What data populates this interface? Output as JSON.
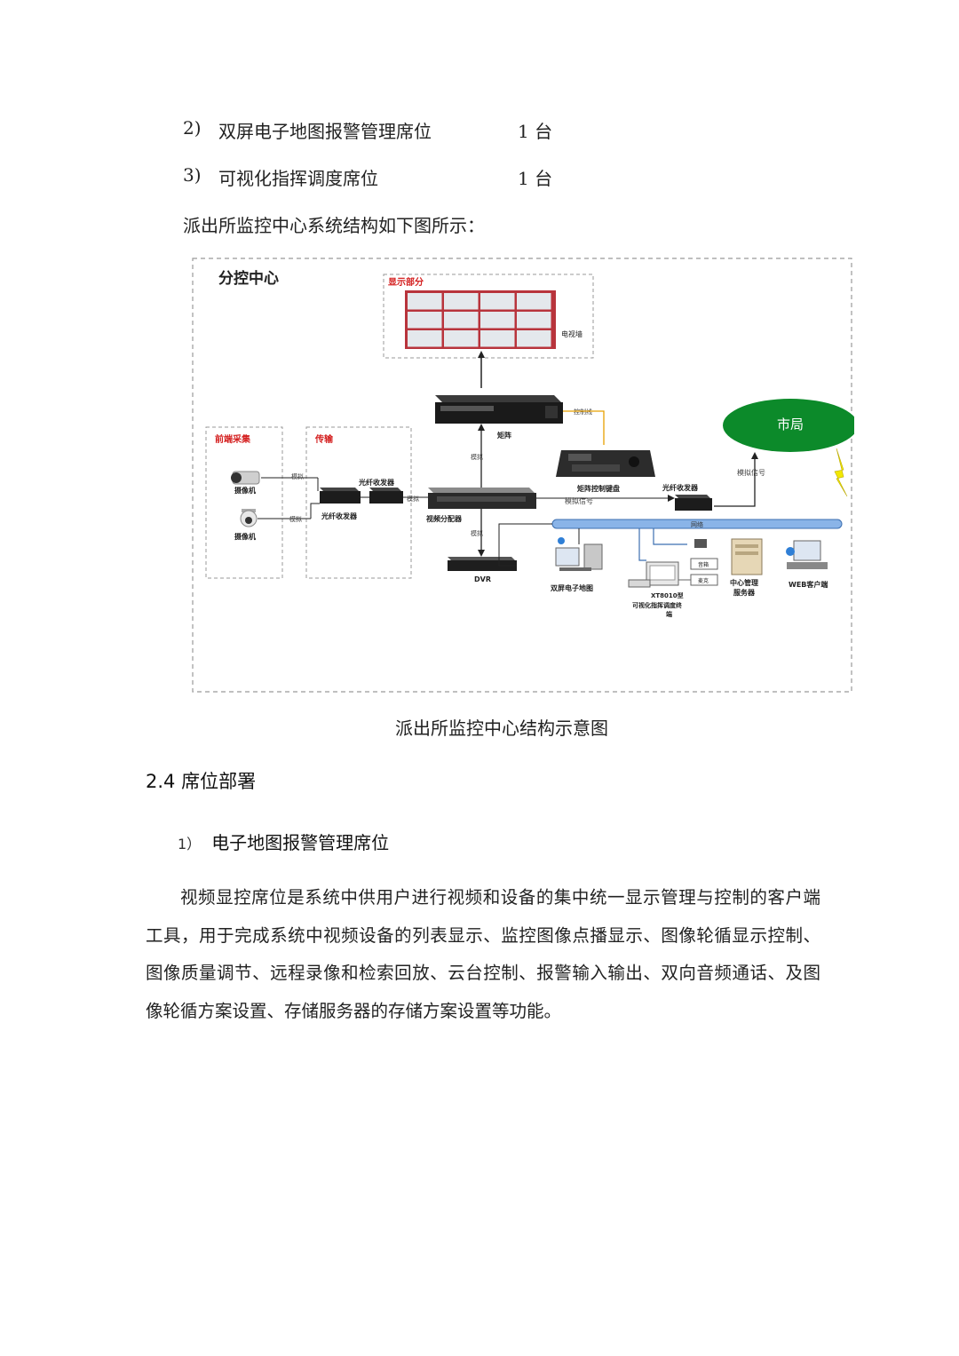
{
  "items": [
    {
      "num": "2)",
      "text": "双屏电子地图报警管理席位",
      "qty": "1 台"
    },
    {
      "num": "3)",
      "text": "可视化指挥调度席位",
      "qty": "1 台"
    }
  ],
  "intro": "派出所监控中心系统结构如下图所示：",
  "diagram": {
    "title": "分控中心",
    "display_section": "显示部分",
    "tv_wall": "电视墙",
    "matrix": "矩阵",
    "control_line": "控制线",
    "city_bureau": "市局",
    "front_end": "前端采集",
    "transmission": "传输",
    "camera1": "摄像机",
    "camera2": "摄像机",
    "analog1": "模拟",
    "analog2": "模拟",
    "analog3": "模拟",
    "analog4": "模拟",
    "analog5": "模拟",
    "fiber1": "光纤收发器",
    "fiber2": "光纤收发器",
    "fiber3": "光纤收发器",
    "video_distributor": "视频分配器",
    "matrix_keyboard": "矩阵控制键盘",
    "analog_signal1": "模拟信号",
    "analog_signal2": "模拟信号",
    "network": "网络",
    "dvr": "DVR",
    "dual_map": "双屏电子地图",
    "terminal_line1": "XT8010型",
    "terminal_line2": "可视化指挥调度终",
    "terminal_line3": "端",
    "audio": "音箱",
    "mic": "麦克",
    "server_line1": "中心管理",
    "server_line2": "服务器",
    "web_client": "WEB客户端"
  },
  "caption": "派出所监控中心结构示意图",
  "section_title": "2.4 席位部署",
  "subsection": {
    "num": "1）",
    "title": "电子地图报警管理席位"
  },
  "paragraph": "视频显控席位是系统中供用户进行视频和设备的集中统一显示管理与控制的客户端工具，用于完成系统中视频设备的列表显示、监控图像点播显示、图像轮循显示控制、图像质量调节、远程录像和检索回放、云台控制、报警输入输出、双向音频通话、及图像轮循方案设置、存储服务器的存储方案设置等功能。"
}
